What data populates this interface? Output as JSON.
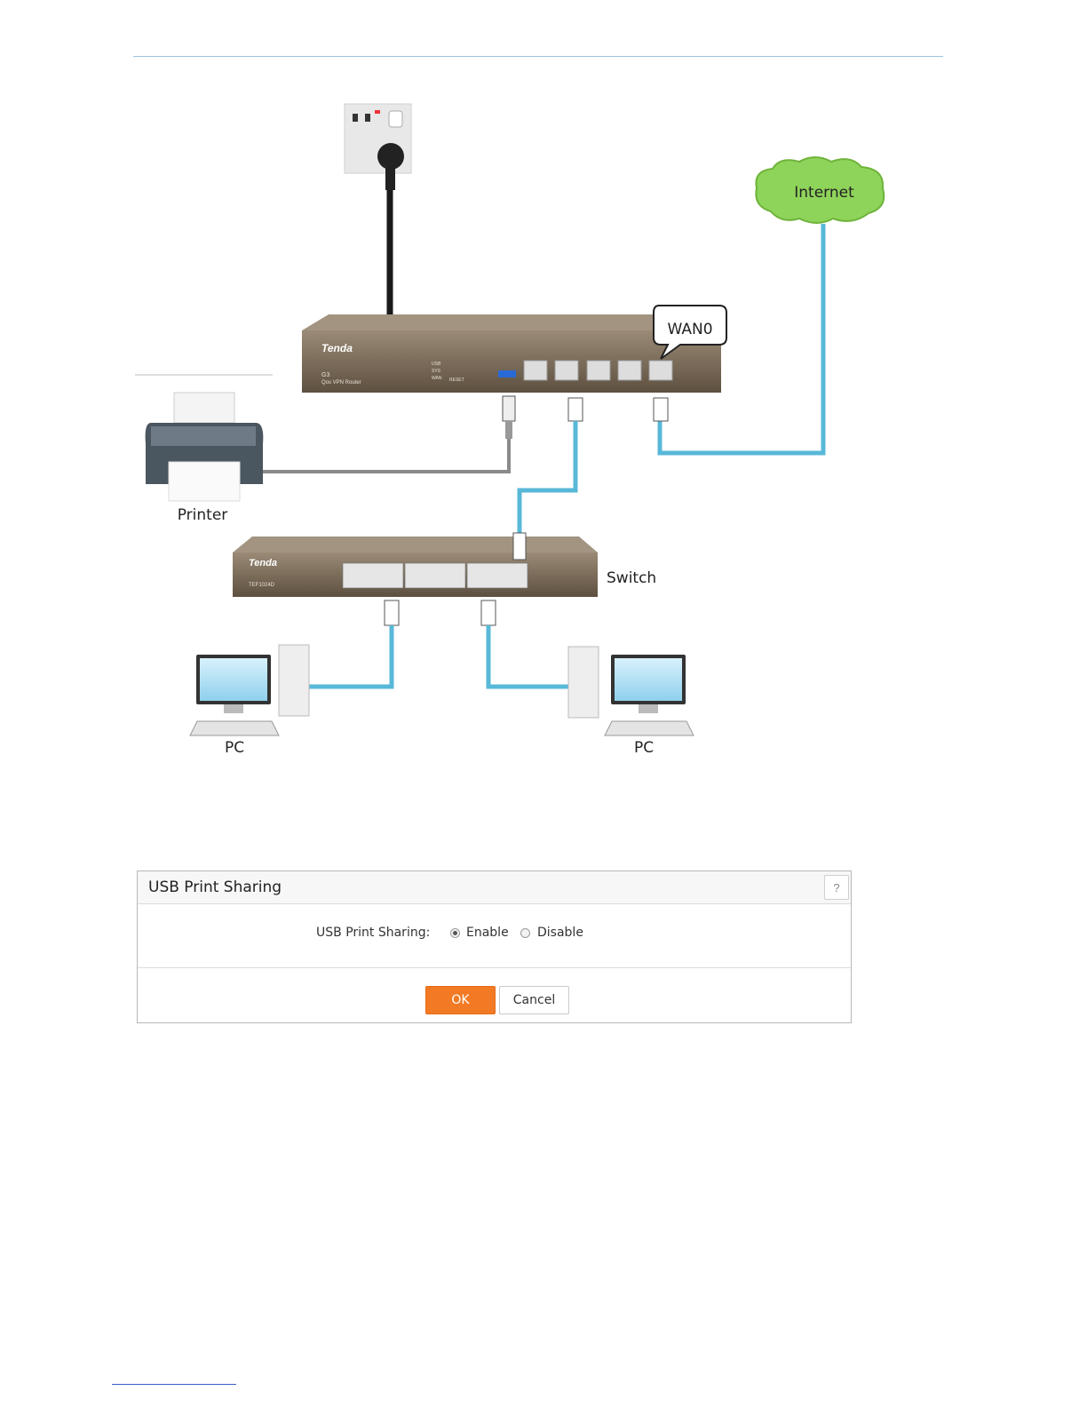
{
  "diagram": {
    "labels": {
      "internet": "Internet",
      "wan": "WAN0",
      "printer": "Printer",
      "switch": "Switch",
      "pc_left": "PC",
      "pc_right": "PC"
    },
    "router": {
      "brand": "Tenda",
      "model": "G3",
      "subtitle": "Qos VPN Router",
      "leds": [
        "USB",
        "SYS",
        "WAN"
      ],
      "reset": "RESET"
    },
    "switch_device": {
      "brand": "Tenda",
      "model": "TEF1024D"
    },
    "colors": {
      "cloud": "#8fd45a",
      "cable_lan": "#58b8d8",
      "cable_usb": "#8a8a8a",
      "device_body": "#7a6a58"
    }
  },
  "panel": {
    "title": "USB Print Sharing",
    "help": "?",
    "setting_label": "USB Print Sharing:",
    "options": [
      "Enable",
      "Disable"
    ],
    "selected": "Enable",
    "ok_label": "OK",
    "cancel_label": "Cancel"
  }
}
